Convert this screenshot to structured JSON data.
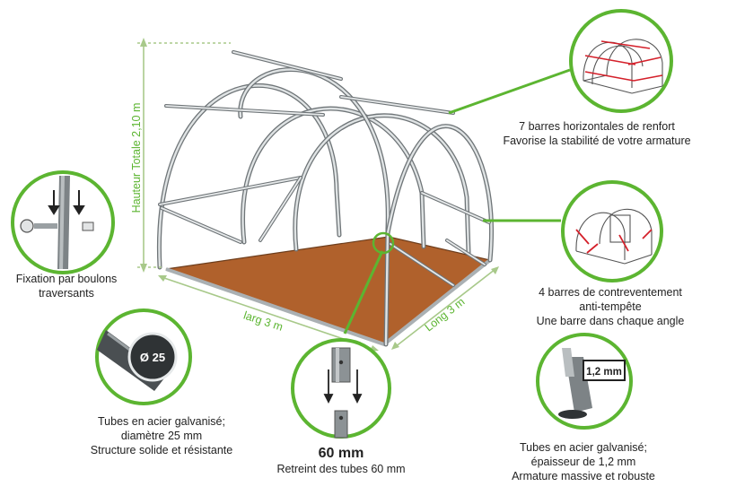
{
  "dimensions": {
    "height": "Hauteur Totale 2,10 m",
    "width": "larg 3 m",
    "length": "Long 3 m"
  },
  "callouts": {
    "horizontal_bars": {
      "line1": "7 barres horizontales de renfort",
      "line2": "Favorise la stabilité de votre armature"
    },
    "bracing_bars": {
      "line1": "4 barres de contreventement",
      "line2": "anti-tempête",
      "line3": "Une barre dans chaque angle"
    },
    "bolts": {
      "line1": "Fixation par boulons",
      "line2": "traversants"
    },
    "tube_diameter": {
      "badge": "Ø 25",
      "line1": "Tubes en acier galvanisé;",
      "line2": "diamètre 25 mm",
      "line3": "Structure solide et résistante"
    },
    "tube_shrink": {
      "value": "60 mm",
      "line1": "Retreint des tubes 60 mm"
    },
    "tube_thickness": {
      "badge": "1,2 mm",
      "line1": "Tubes en acier galvanisé;",
      "line2": "épaisseur de 1,2 mm",
      "line3": "Armature massive et robuste"
    }
  },
  "colors": {
    "accent_green": "#5cb531",
    "dimension_green": "#a8c98a",
    "floor": "#b0612c",
    "frame": "#c9ced0",
    "frame_dark": "#6f7578",
    "highlight_red": "#d4202a"
  }
}
